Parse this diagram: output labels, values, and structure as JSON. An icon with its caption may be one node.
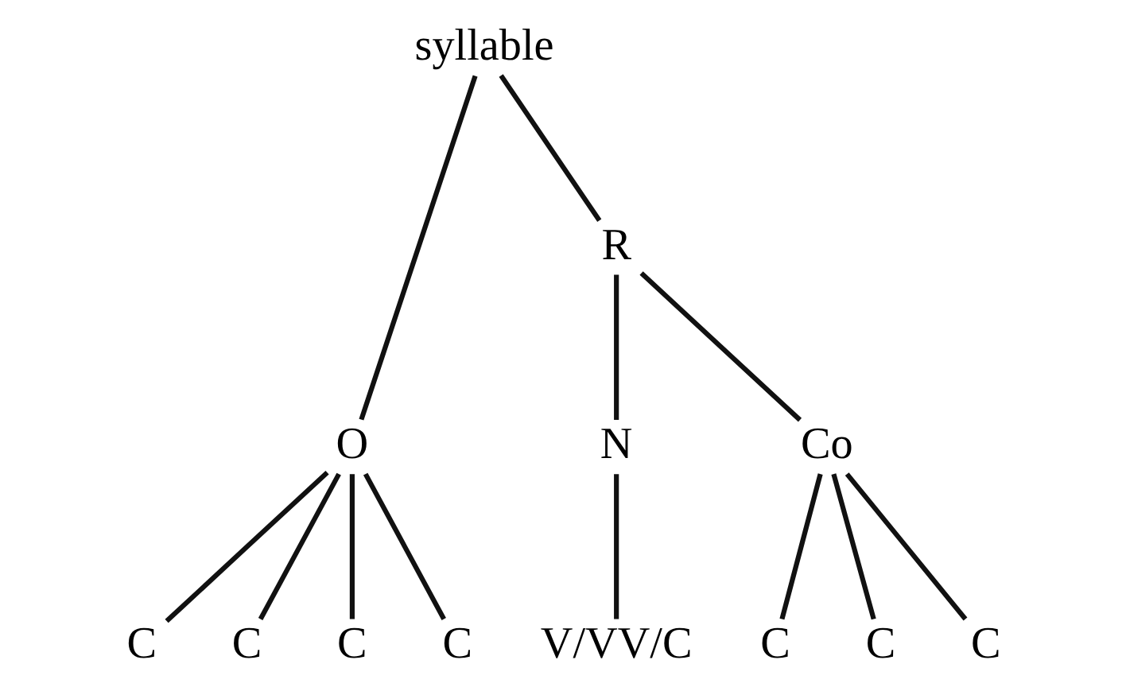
{
  "diagram": {
    "nodes": [
      {
        "text": [
          "syllable"
        ]
      },
      {
        "text": [
          "O"
        ]
      },
      {
        "text": [
          "R"
        ]
      },
      {
        "text": [
          "N"
        ]
      },
      {
        "text": [
          "Co"
        ]
      },
      {
        "text": [
          "C"
        ]
      },
      {
        "text": [
          "C"
        ]
      },
      {
        "text": [
          "C"
        ]
      },
      {
        "text": [
          "C"
        ]
      },
      {
        "text": [
          "V/VV/C"
        ]
      },
      {
        "text": [
          "C"
        ]
      },
      {
        "text": [
          "C"
        ]
      },
      {
        "text": [
          "C"
        ]
      }
    ],
    "edges": [
      {
        "from": 0,
        "to": 1,
        "arrow": "none"
      },
      {
        "from": 0,
        "to": 2,
        "arrow": "none"
      },
      {
        "from": 2,
        "to": 3,
        "arrow": "none"
      },
      {
        "from": 2,
        "to": 4,
        "arrow": "none"
      },
      {
        "from": 1,
        "to": 5,
        "arrow": "none"
      },
      {
        "from": 1,
        "to": 6,
        "arrow": "none"
      },
      {
        "from": 1,
        "to": 7,
        "arrow": "none"
      },
      {
        "from": 1,
        "to": 8,
        "arrow": "none"
      },
      {
        "from": 3,
        "to": 9,
        "arrow": "none"
      },
      {
        "from": 4,
        "to": 10,
        "arrow": "none"
      },
      {
        "from": 4,
        "to": 11,
        "arrow": "none"
      },
      {
        "from": 4,
        "to": 12,
        "arrow": "none"
      }
    ]
  }
}
